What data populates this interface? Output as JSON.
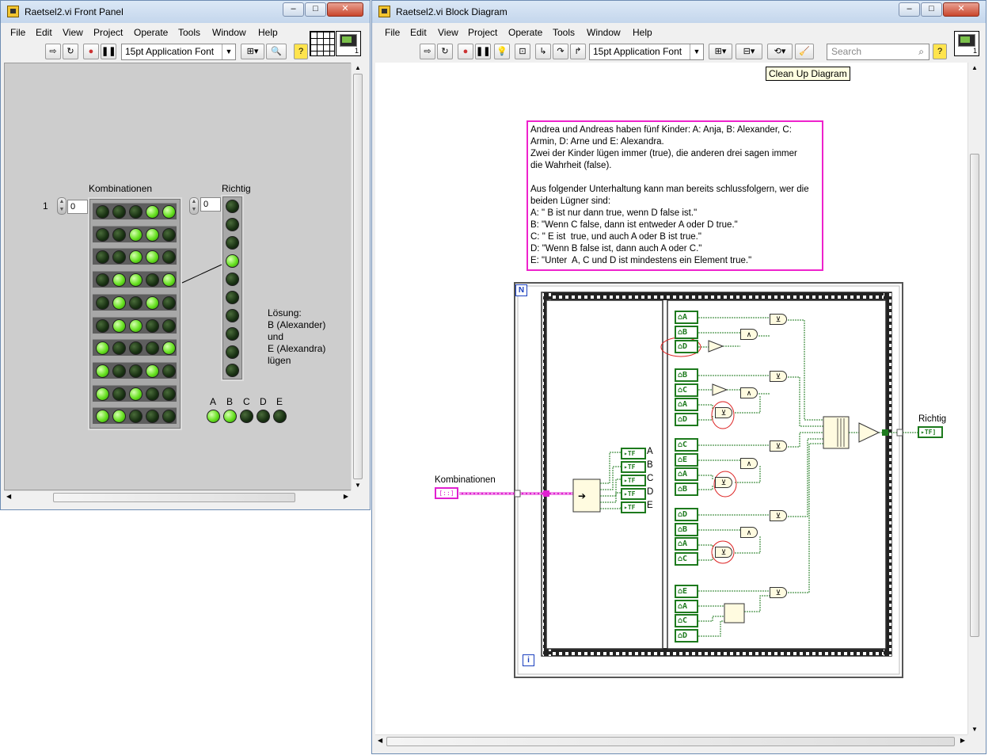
{
  "front_panel": {
    "title": "Raetsel2.vi Front Panel",
    "menu": [
      "File",
      "Edit",
      "View",
      "Project",
      "Operate",
      "Tools",
      "Window",
      "Help"
    ],
    "font": "15pt Application Font",
    "kombinationen_label": "Kombinationen",
    "richtig_label": "Richtig",
    "array_index_outer": "1",
    "array_index": "0",
    "richtig_index": "0",
    "solution_text": "Lösung:\nB (Alexander)\nund\nE (Alexandra)\nlügen",
    "led_labels": [
      "A",
      "B",
      "C",
      "D",
      "E"
    ],
    "kombinationen_rows": [
      [
        0,
        0,
        0,
        1,
        1
      ],
      [
        0,
        0,
        1,
        1,
        0
      ],
      [
        0,
        0,
        1,
        1,
        0
      ],
      [
        0,
        1,
        1,
        0,
        1
      ],
      [
        0,
        1,
        0,
        1,
        0
      ],
      [
        0,
        1,
        1,
        0,
        0
      ],
      [
        1,
        0,
        0,
        0,
        1
      ],
      [
        1,
        0,
        0,
        1,
        0
      ],
      [
        1,
        0,
        1,
        0,
        0
      ],
      [
        1,
        1,
        0,
        0,
        0
      ]
    ],
    "richtig_leds": [
      0,
      0,
      0,
      1,
      0,
      0,
      0,
      0,
      0,
      0
    ],
    "abcde_leds": [
      1,
      1,
      0,
      0,
      0
    ]
  },
  "block_diagram": {
    "title": "Raetsel2.vi Block Diagram",
    "menu": [
      "File",
      "Edit",
      "View",
      "Project",
      "Operate",
      "Tools",
      "Window",
      "Help"
    ],
    "font": "15pt Application Font",
    "search_placeholder": "Search",
    "tooltip": "Clean Up Diagram",
    "comment": "Andrea und Andreas haben fünf Kinder: A: Anja, B: Alexander, C:\nArmin, D: Arne und E: Alexandra.\nZwei der Kinder lügen immer (true), die anderen drei sagen immer\ndie Wahrheit (false).\n\nAus folgender Unterhaltung kann man bereits schlussfolgern, wer die\nbeiden Lügner sind:\nA: \" B ist nur dann true, wenn D false ist.\"\nB: \"Wenn C false, dann ist entweder A oder D true.\"\nC: \" E ist  true, und auch A oder B ist true.\"\nD: \"Wenn B false ist, dann auch A oder C.\"\nE: \"Unter  A, C und D ist mindestens ein Element true.\"",
    "loop_n": "N",
    "loop_i": "i",
    "input_label": "Kombinationen",
    "output_label": "Richtig",
    "index_outputs": [
      "A",
      "B",
      "C",
      "D",
      "E"
    ],
    "local_vars": [
      [
        "A",
        "B",
        "D"
      ],
      [
        "B",
        "C",
        "A",
        "D"
      ],
      [
        "C",
        "E",
        "A",
        "B"
      ],
      [
        "D",
        "B",
        "A",
        "C"
      ],
      [
        "E",
        "A",
        "C",
        "D"
      ]
    ]
  }
}
